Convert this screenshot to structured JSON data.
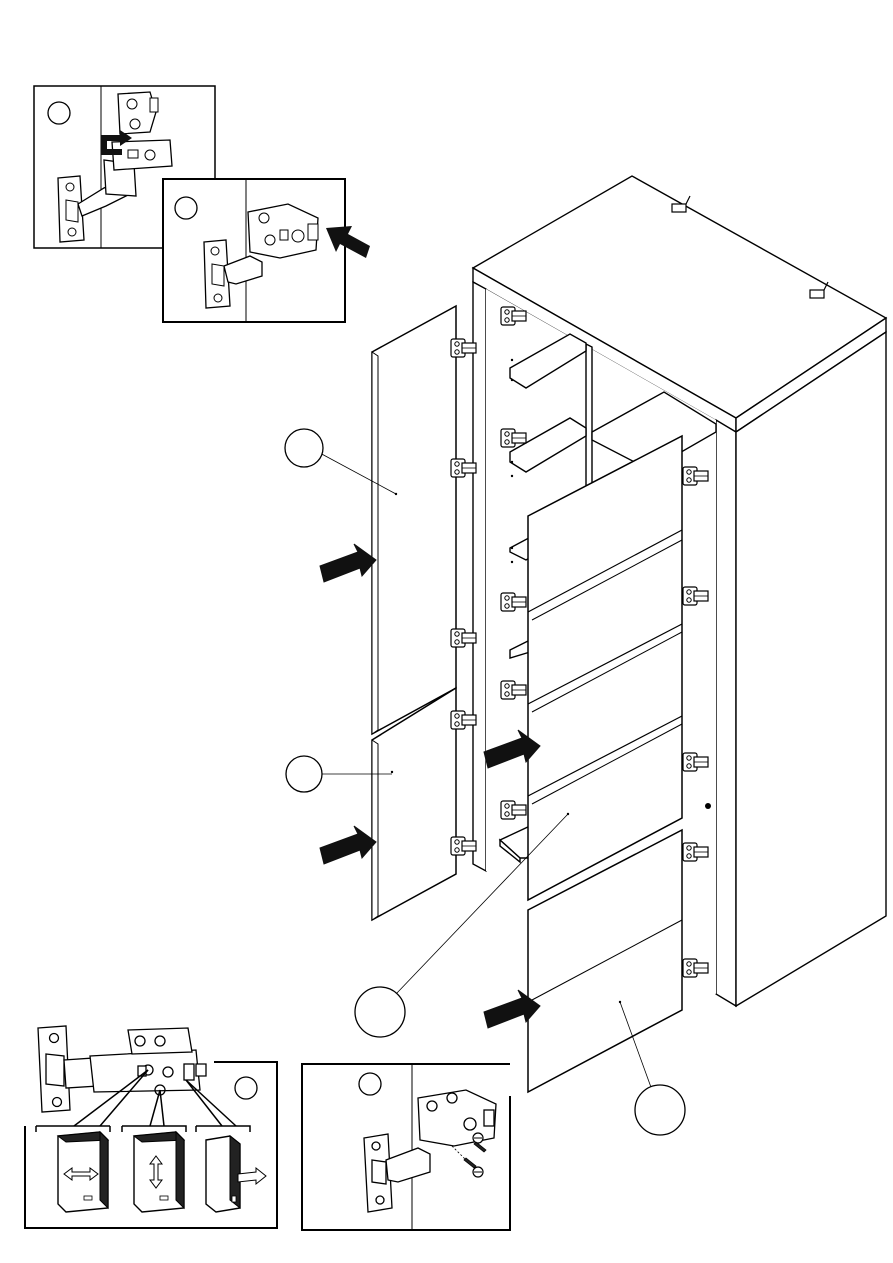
{
  "page": {
    "background": "#ffffff",
    "line_color": "#000000",
    "fill_color": "#ffffff",
    "arrow_color": "#111111"
  },
  "insets": [
    {
      "id": "hinge-clip-detail",
      "callout_label": ""
    },
    {
      "id": "hinge-press-detail",
      "callout_label": ""
    },
    {
      "id": "hinge-adjust-detail",
      "callout_label": ""
    },
    {
      "id": "hinge-screw-detail",
      "callout_label": ""
    }
  ],
  "part_callouts": [
    {
      "id": "left-upper-door",
      "label": ""
    },
    {
      "id": "left-lower-door",
      "label": ""
    },
    {
      "id": "right-stack-door",
      "label": ""
    },
    {
      "id": "right-bottom-door",
      "label": ""
    }
  ],
  "adjustment_panels": [
    {
      "id": "depth-adjust",
      "direction": "horizontal"
    },
    {
      "id": "height-adjust",
      "direction": "vertical"
    },
    {
      "id": "side-adjust",
      "direction": "lateral"
    }
  ]
}
